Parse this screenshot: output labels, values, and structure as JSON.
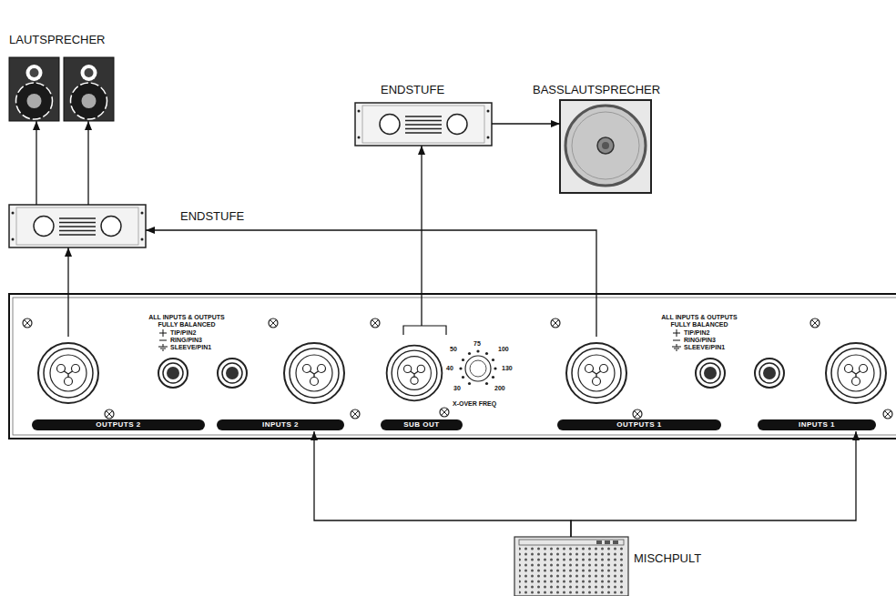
{
  "diagram": {
    "nodes": [
      {
        "text": [
          "LAUTSPRECHER"
        ]
      },
      {
        "text": [
          "ENDSTUFE"
        ]
      },
      {
        "text": [
          "BASSLAUTSPRECHER"
        ]
      },
      {
        "text": [
          "ENDSTUFE"
        ]
      },
      {
        "text": [
          "ALL INPUTS & OUTPUTS FULLY BALANCED",
          "ALL INPUTS & OUTPUTS FULLY BALANCED"
        ]
      },
      {
        "text": [
          "OUTPUTS 2"
        ],
        "in": 4
      },
      {
        "text": [
          "INPUTS 2"
        ],
        "in": 4
      },
      {
        "text": [
          "SUB OUT"
        ],
        "in": 4
      },
      {
        "text": [
          "OUTPUTS 1"
        ],
        "in": 4
      },
      {
        "text": [
          "INPUTS 1"
        ],
        "in": 4
      },
      {
        "text": [
          "MISCHPULT"
        ]
      }
    ],
    "edges": [
      {
        "from": 3,
        "to": 0,
        "arrow": "to"
      },
      {
        "from": 3,
        "to": 0,
        "arrow": "to"
      },
      {
        "from": 1,
        "to": 2,
        "arrow": "to"
      },
      {
        "from": 8,
        "to": 3,
        "arrow": "to"
      },
      {
        "from": 5,
        "to": 3,
        "arrow": "to"
      },
      {
        "from": 7,
        "to": 1,
        "arrow": "to"
      },
      {
        "from": 10,
        "to": 6,
        "arrow": "to"
      },
      {
        "from": 10,
        "to": 9,
        "arrow": "to"
      }
    ],
    "labels": [
      "TIP/PIN2",
      "RING/PIN3",
      "SLEEVE/PIN1",
      "75",
      "100",
      "130",
      "200",
      "30",
      "40",
      "50",
      "X-OVER FREQ",
      "TIP/PIN2",
      "RING/PIN3",
      "SLEEVE/PIN1"
    ]
  }
}
